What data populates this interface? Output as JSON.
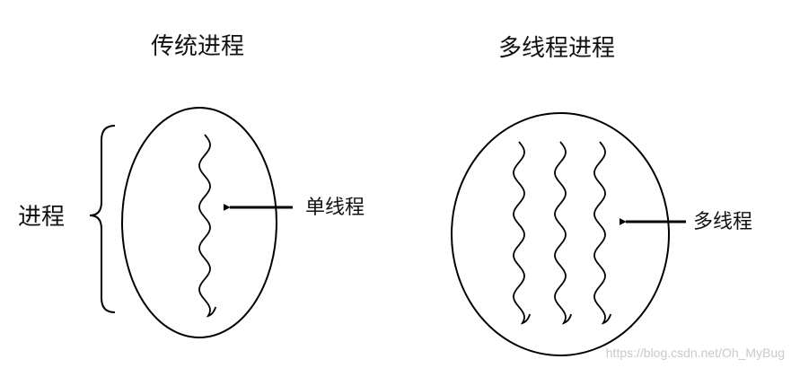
{
  "left_panel": {
    "title": "传统进程",
    "bracket_label": "进程",
    "arrow_label": "单线程"
  },
  "right_panel": {
    "title": "多线程进程",
    "arrow_label": "多线程"
  },
  "watermark": "https://blog.csdn.net/Oh_MyBug",
  "colors": {
    "stroke": "#000000",
    "text": "#111111",
    "watermark": "#c9c9c9",
    "background": "#ffffff"
  }
}
